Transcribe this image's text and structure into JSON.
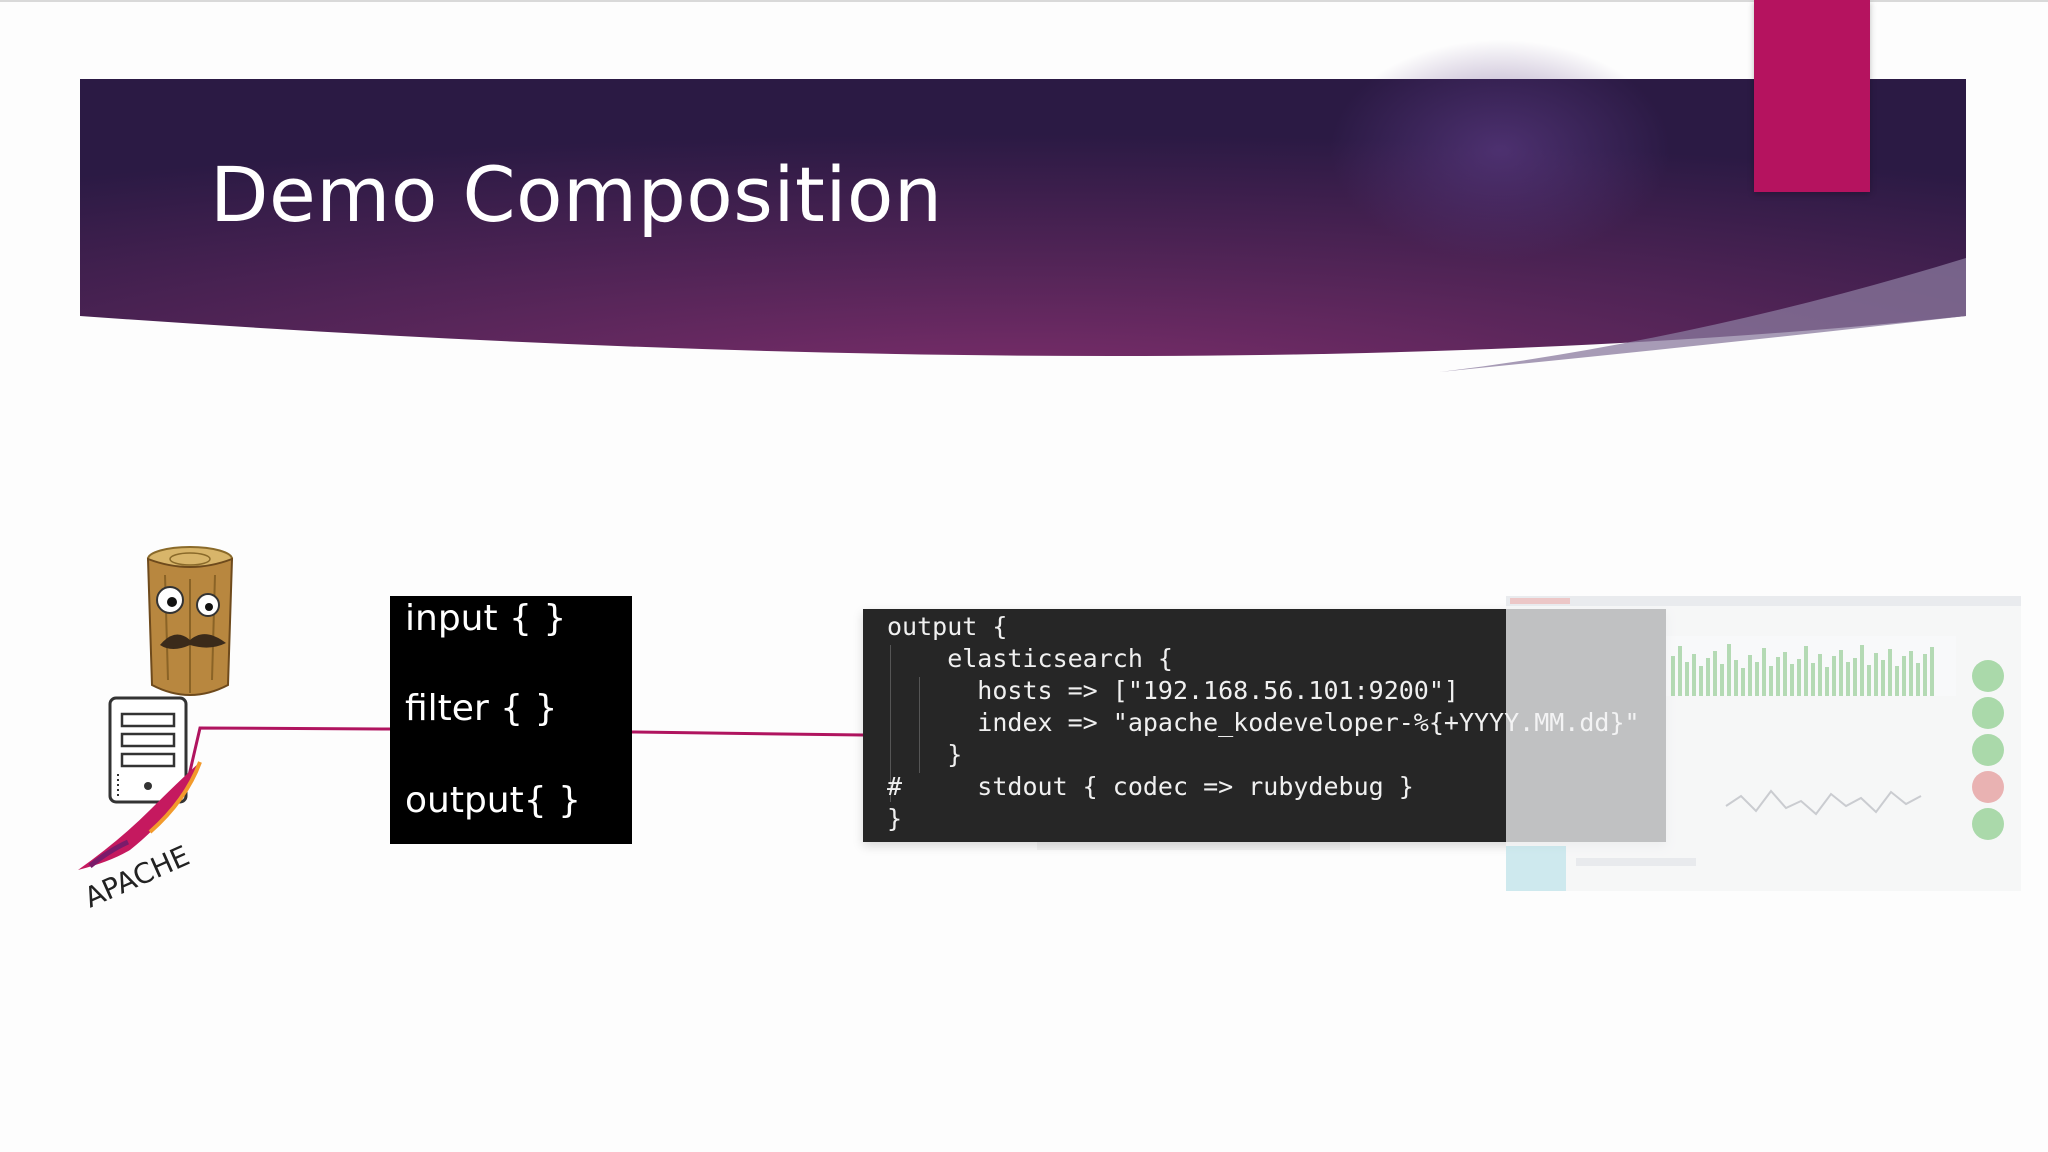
{
  "slide": {
    "title": "Demo Composition",
    "colors": {
      "banner_dark": "#2b1a44",
      "banner_mid": "#6a2a62",
      "accent": "#b5135f",
      "connector": "#b0145f",
      "code_background": "#262626"
    }
  },
  "diagram": {
    "source": {
      "logo_text": "APACHE",
      "icons": [
        "logstash-log-mascot-icon",
        "server-icon",
        "apache-feather-icon"
      ]
    },
    "pipeline_stages": [
      "input { }",
      "filter { }",
      "output{ }"
    ],
    "config_code": [
      "output {",
      "    elasticsearch {",
      "      hosts => [\"192.168.56.101:9200\"]",
      "      index => \"apache_kodeveloper-%{+YYYY.MM.dd}\"",
      "    }",
      "#     stdout { codec => rubydebug }",
      "}"
    ],
    "destination": {
      "icon": "kibana-dashboard-icon"
    }
  }
}
